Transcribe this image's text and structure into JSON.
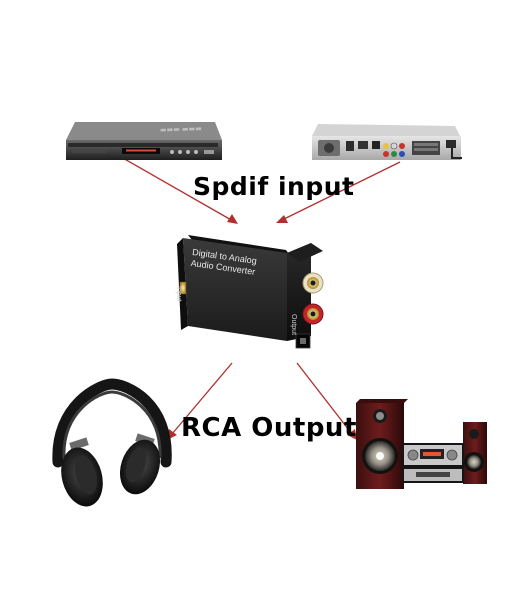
{
  "diagram": {
    "input_caption": "Spdif input",
    "output_caption": "RCA Output",
    "converter": {
      "face_text_line1": "Digital to Analog",
      "face_text_line2": "Audio Converter",
      "port_label_input": "Input",
      "port_label_output": "Output"
    },
    "devices": [
      "dvd-player",
      "set-top-box",
      "headphones",
      "speaker-system"
    ],
    "arrow_color": "#b03030"
  }
}
